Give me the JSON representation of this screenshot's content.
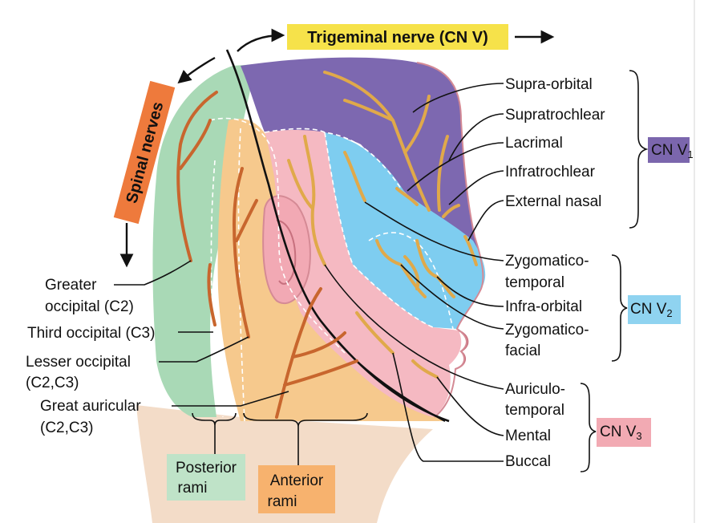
{
  "banner": {
    "text": "Trigeminal nerve (CN V)",
    "color": "#f6e24a"
  },
  "spinal_banner": {
    "text": "Spinal nerves",
    "color": "#ee7a3c"
  },
  "v1_nerves": [
    "Supra-orbital",
    "Supratrochlear",
    "Lacrimal",
    "Infratrochlear",
    "External nasal"
  ],
  "v2_nerves": [
    "Zygomatico-",
    "temporal",
    "Infra-orbital",
    "Zygomatico-",
    "facial"
  ],
  "v3_nerves": [
    "Auriculo-",
    "temporal",
    "Mental",
    "Buccal"
  ],
  "groups": {
    "v1": {
      "text": "CN V",
      "sub": "1",
      "color": "#7b66ad"
    },
    "v2": {
      "text": "CN V",
      "sub": "2",
      "color": "#8fd3f0"
    },
    "v3": {
      "text": "CN V",
      "sub": "3",
      "color": "#f2aab3"
    }
  },
  "spinal_labels": {
    "greater_occipital": [
      "Greater",
      "occipital (C2)"
    ],
    "third_occipital": "Third occipital (C3)",
    "lesser_occipital": [
      "Lesser occipital",
      "(C2,C3)"
    ],
    "great_auricular": [
      "Great auricular",
      "(C2,C3)"
    ]
  },
  "rami": {
    "posterior": {
      "lines": [
        "Posterior",
        "rami"
      ],
      "color": "#bfe3c8"
    },
    "anterior": {
      "lines": [
        "Anterior",
        "rami"
      ],
      "color": "#f7b26e"
    }
  },
  "colors": {
    "v1_region": "#7d68b0",
    "v2_region": "#7ecdf0",
    "v3_region": "#f5b9c2",
    "posterior_region": "#a9d9b6",
    "anterior_region": "#f6c98d",
    "neck": "#f3dcc8",
    "nerve": "#e0a94a",
    "spinal_nerve": "#c8662e"
  }
}
